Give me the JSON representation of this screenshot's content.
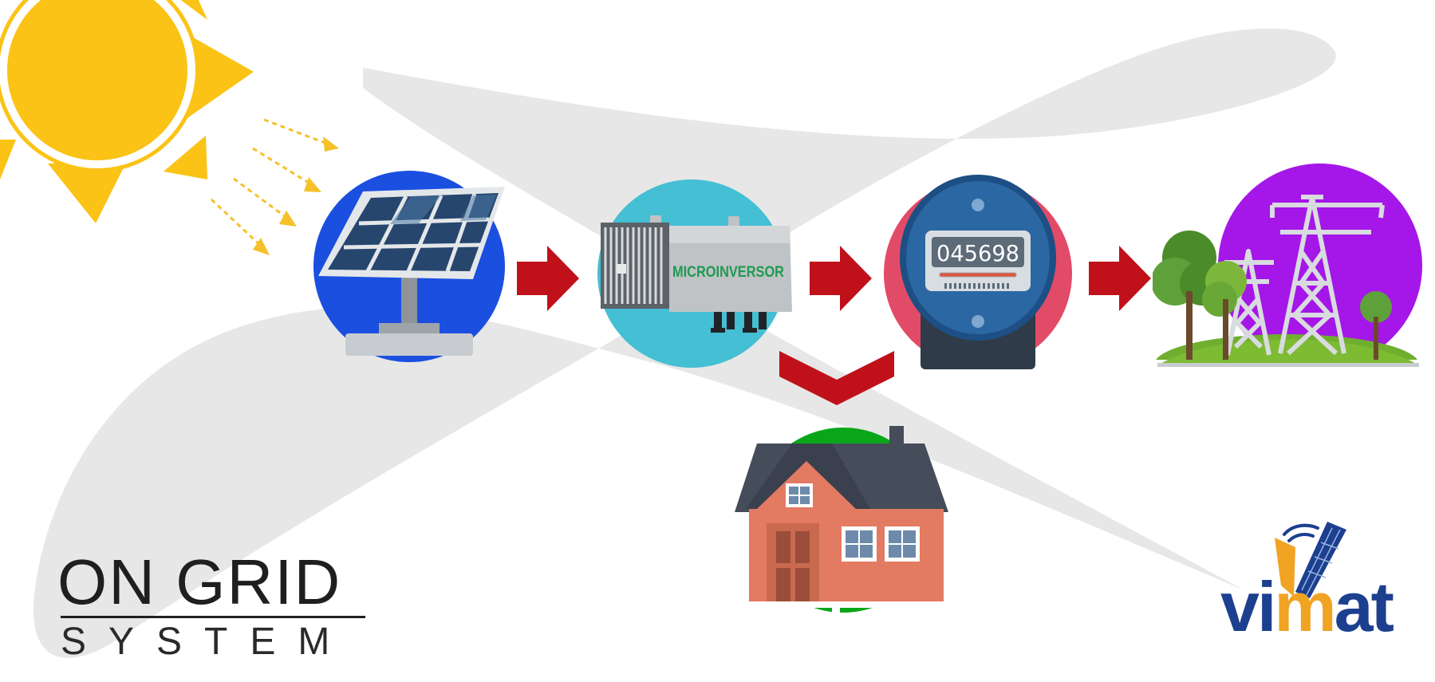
{
  "title": {
    "line1": "ON GRID",
    "line2": "SYSTEM"
  },
  "inverter": {
    "label": "MICROINVERSOR"
  },
  "meter": {
    "reading": "045698"
  },
  "logo": {
    "brand_prefix": "vi",
    "brand_accent": "m",
    "brand_suffix": "at"
  },
  "colors": {
    "sun": "#fbc316",
    "arrow": "#c0111a",
    "panel_circle": "#1a4fe0",
    "inverter_circle": "#44bfd4",
    "meter_circle": "#e24b67",
    "grid_circle": "#a516e8",
    "house_circle": "#0aa61a",
    "background_swoosh": "#e7e7e7",
    "logo_blue": "#1c3f8f",
    "logo_orange": "#f1a324"
  },
  "icons": [
    "sun-icon",
    "solar-panel-icon",
    "microinverter-icon",
    "electric-meter-icon",
    "power-grid-icon",
    "house-icon",
    "arrow-right-icon",
    "chevron-down-icon"
  ]
}
